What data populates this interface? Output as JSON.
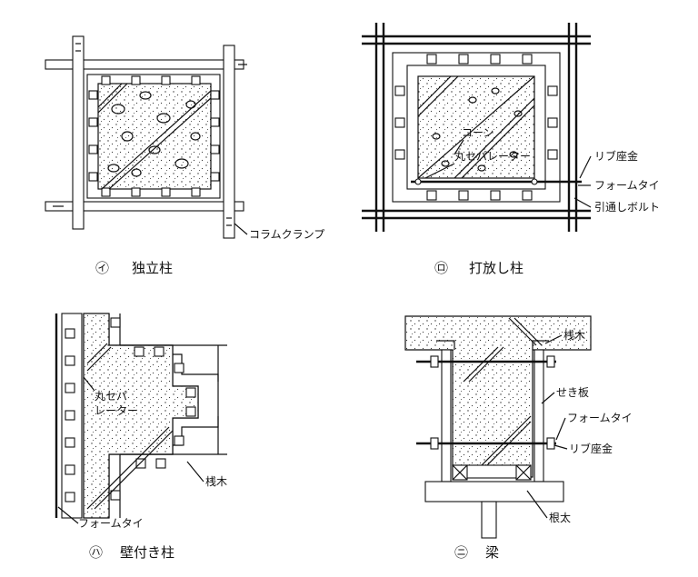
{
  "figures": [
    {
      "id": "i",
      "caption_marker": "㋑",
      "caption_title": "独立柱",
      "labels": {
        "column_clamp": "コラムクランプ"
      }
    },
    {
      "id": "ro",
      "caption_marker": "㋺",
      "caption_title": "打放し柱",
      "labels": {
        "cone": "コーン",
        "round_separator": "丸セパレーター",
        "rib_washer": "リブ座金",
        "form_tie": "フォームタイ",
        "through_bolt": "引通しボルト"
      }
    },
    {
      "id": "ha",
      "caption_marker": "㋩",
      "caption_title": "壁付き柱",
      "labels": {
        "round_separator_line1": "丸セパ",
        "round_separator_line2": "レーター",
        "batten": "桟木",
        "form_tie": "フォームタイ"
      }
    },
    {
      "id": "ni",
      "caption_marker": "㋥",
      "caption_title": "梁",
      "labels": {
        "batten": "桟木",
        "sheathing_board": "せき板",
        "form_tie": "フォームタイ",
        "rib_washer": "リブ座金",
        "joist": "根太"
      }
    }
  ]
}
